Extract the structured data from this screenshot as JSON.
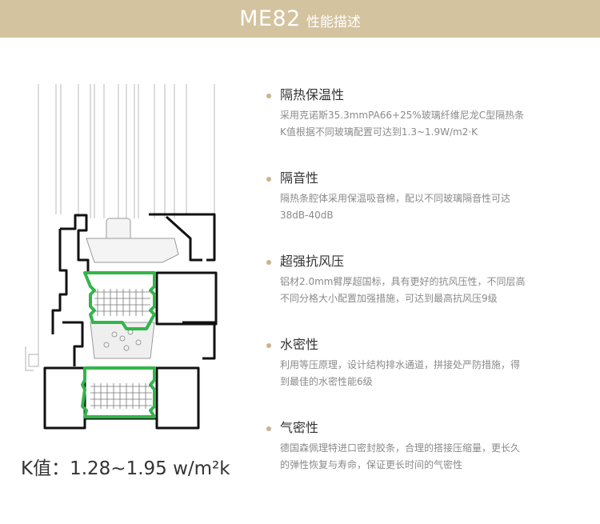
{
  "header": {
    "model": "ME82",
    "subtitle": "性能描述",
    "bg_color": "#d4c39f"
  },
  "k_value_label": "K值：1.28~1.95 w/m²k",
  "features": [
    {
      "title": "隔热保温性",
      "lines": [
        "采用克诺斯35.3mmPA66+25%玻璃纤维尼龙C型隔热条",
        "K值根据不同玻璃配置可达到1.3~1.9W/m2·K"
      ]
    },
    {
      "title": "隔音性",
      "lines": [
        "隔热条腔体采用保温吸音棉，配以不同玻璃隔音性可达",
        "38dB-40dB"
      ]
    },
    {
      "title": "超强抗风压",
      "lines": [
        "铝材2.0mm臂厚超国标，具有更好的抗风压性，不同层高",
        "不同分格大小配置加强措施，可达到最高抗风压9级"
      ]
    },
    {
      "title": "水密性",
      "lines": [
        "利用等压原理，设计结构排水通道，拼接处严防措施，得",
        "到最佳的水密性能6级"
      ]
    },
    {
      "title": "气密性",
      "lines": [
        "德国森佩理特进口密封胶条，合理的搭接压缩量，更长久",
        "的弹性恢复与寿命，保证更长时间的气密性"
      ]
    }
  ],
  "colors": {
    "accent": "#c9b48a",
    "profile_line": "#111111",
    "insulation_green": "#33b54a"
  }
}
